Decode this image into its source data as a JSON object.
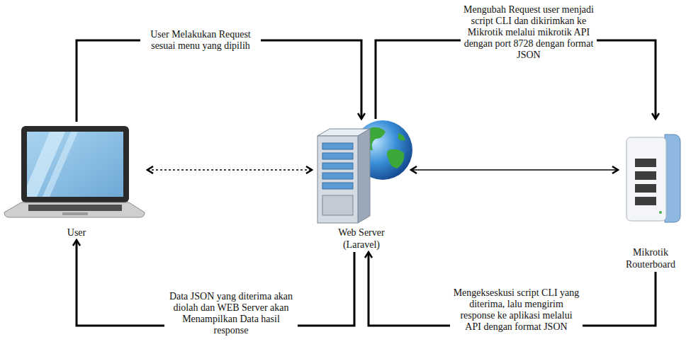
{
  "diagram": {
    "nodes": [
      {
        "text": [
          "User"
        ]
      },
      {
        "text": [
          "Web Server (Laravel)"
        ]
      },
      {
        "text": [
          "Mikrotik Routerboard"
        ]
      }
    ],
    "edges": [
      {
        "from": 0,
        "to": 1,
        "arrow": "to",
        "label": "User Melakukan Request sesuai menu yang dipilih"
      },
      {
        "from": 1,
        "to": 2,
        "arrow": "to",
        "label": "Mengubah Request user menjadi script CLI dan dikirimkan ke Mikrotik melalui mikrotik API dengan port 8728 dengan format JSON"
      },
      {
        "from": 2,
        "to": 1,
        "arrow": "to",
        "label": "Mengekseskusi script CLI yang diterima, lalu mengirim response ke aplikasi melalui API dengan format JSON"
      },
      {
        "from": 1,
        "to": 0,
        "arrow": "to",
        "label": "Data JSON yang diterima akan diolah dan WEB Server akan Menampilkan Data hasil response"
      },
      {
        "from": 0,
        "to": 1,
        "arrow": "both"
      },
      {
        "from": 1,
        "to": 2,
        "arrow": "both"
      }
    ]
  }
}
